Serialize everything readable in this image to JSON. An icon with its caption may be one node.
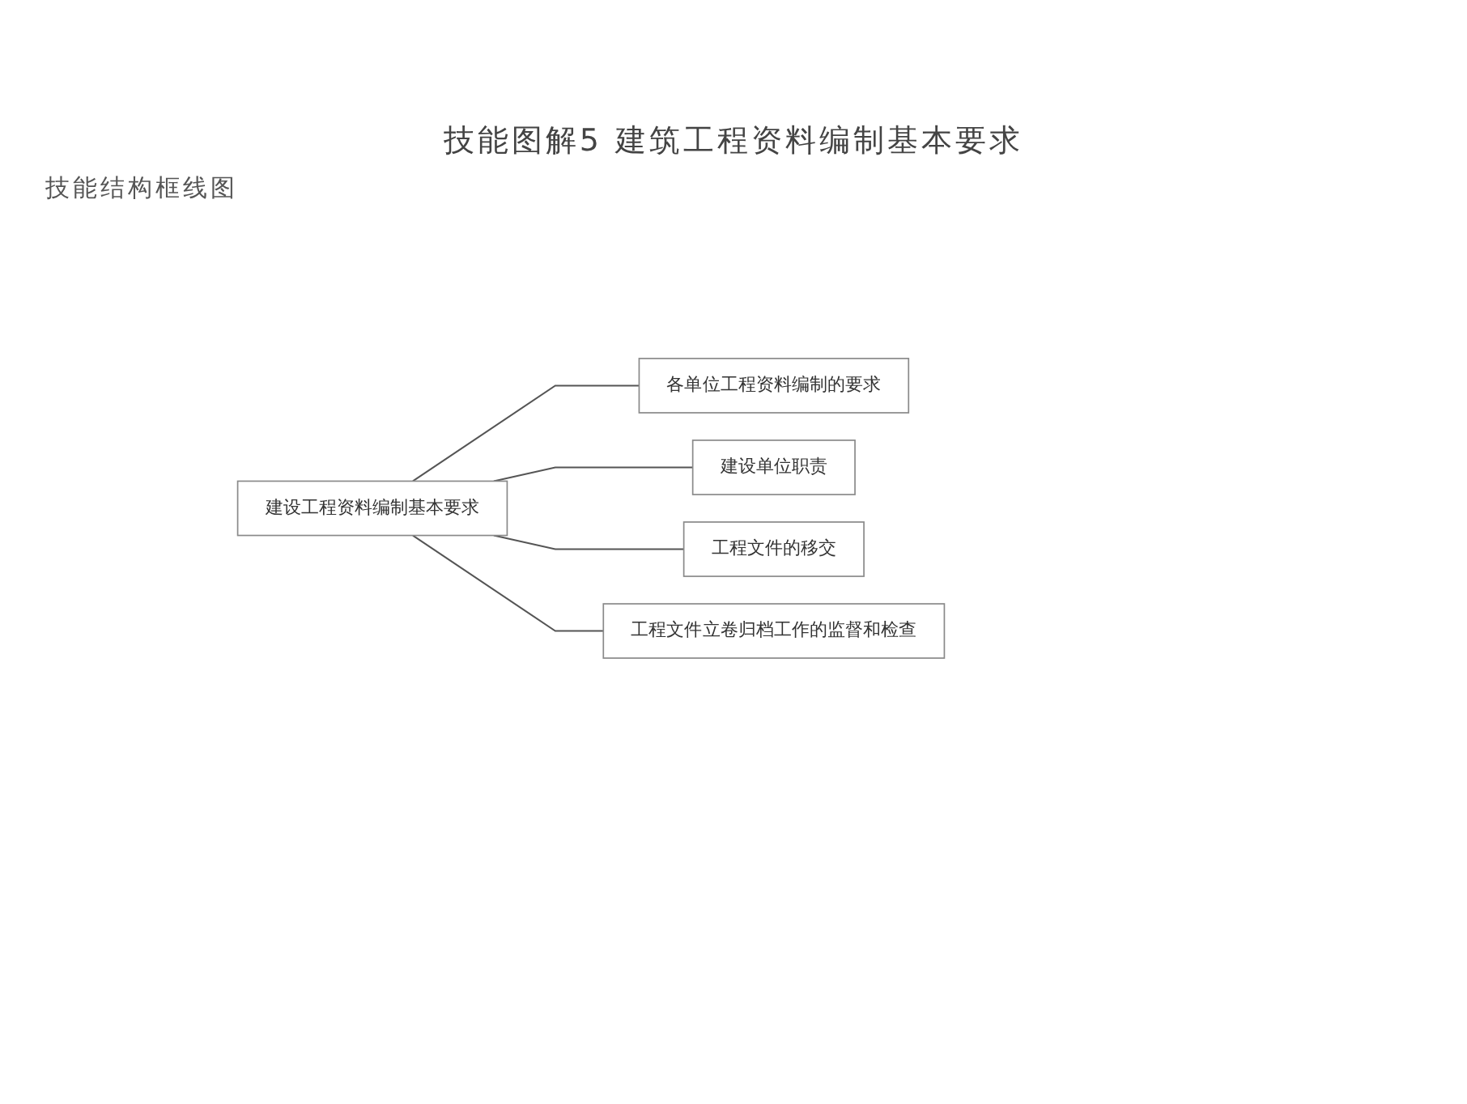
{
  "diagram": {
    "title": "技能图解5 建筑工程资料编制基本要求",
    "nodes": [
      {
        "text": [
          "建设工程资料编制基本要求"
        ]
      },
      {
        "text": [
          "各单位工程资料编制的要求"
        ]
      },
      {
        "text": [
          "建设单位职责"
        ]
      },
      {
        "text": [
          "工程文件的移交"
        ]
      },
      {
        "text": [
          "工程文件立卷归档工作的监督和检查"
        ]
      }
    ],
    "edges": [
      {
        "from": 0,
        "to": 1,
        "arrow": "none"
      },
      {
        "from": 0,
        "to": 2,
        "arrow": "none"
      },
      {
        "from": 0,
        "to": 3,
        "arrow": "none"
      },
      {
        "from": 0,
        "to": 4,
        "arrow": "none"
      }
    ],
    "labels": [
      "技能结构框线图"
    ]
  }
}
